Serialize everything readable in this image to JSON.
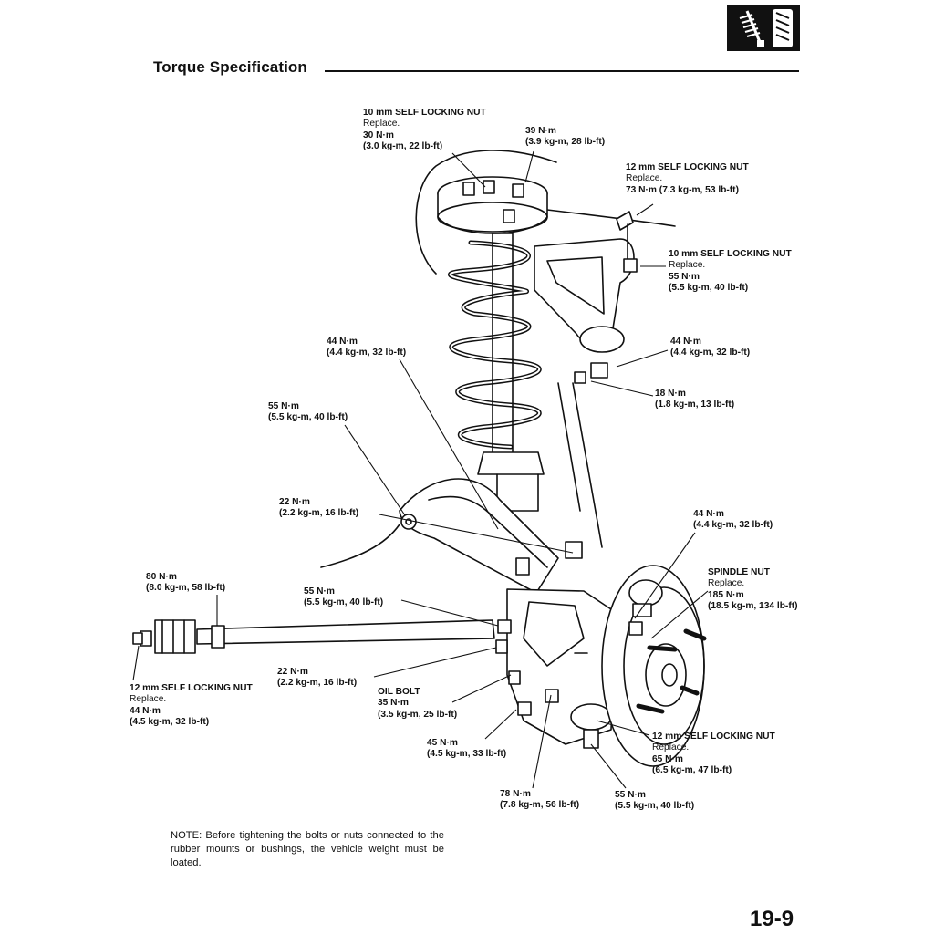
{
  "header": {
    "title": "Torque Specification",
    "section_icon": "suspension-spring-icon"
  },
  "callouts": [
    {
      "id": "upper-mount-nut",
      "lines": [
        "10 mm SELF LOCKING NUT",
        "Replace.",
        "30 N·m",
        "(3.0 kg-m, 22 lb-ft)"
      ]
    },
    {
      "id": "upper-mount-bolt",
      "lines": [
        "39 N·m",
        "(3.9 kg-m, 28 lb-ft)"
      ]
    },
    {
      "id": "upper-arm-nut-12mm",
      "lines": [
        "12 mm SELF LOCKING NUT",
        "Replace.",
        "73 N·m (7.3 kg-m, 53 lb-ft)"
      ]
    },
    {
      "id": "upper-arm-nut-10mm",
      "lines": [
        "10 mm SELF LOCKING NUT",
        "Replace.",
        "55 N·m",
        "(5.5 kg-m, 40 lb-ft)"
      ]
    },
    {
      "id": "upper-ball-joint-nut",
      "lines": [
        "44 N·m",
        "(4.4 kg-m, 32 lb-ft)"
      ]
    },
    {
      "id": "upper-ball-joint-bolt",
      "lines": [
        "18 N·m",
        "(1.8 kg-m, 13 lb-ft)"
      ]
    },
    {
      "id": "shock-fork-bolt",
      "lines": [
        "44 N·m",
        "(4.4 kg-m, 32 lb-ft)"
      ]
    },
    {
      "id": "lower-arm-bolt",
      "lines": [
        "55 N·m",
        "(5.5 kg-m, 40 lb-ft)"
      ]
    },
    {
      "id": "stabilizer-link-nut",
      "lines": [
        "22 N·m",
        "(2.2 kg-m, 16 lb-ft)"
      ]
    },
    {
      "id": "tie-rod-ball-nut",
      "lines": [
        "44 N·m",
        "(4.4 kg-m, 32 lb-ft)"
      ]
    },
    {
      "id": "spindle-nut",
      "lines": [
        "SPINDLE NUT",
        "Replace.",
        "185 N·m",
        "(18.5 kg-m, 134 lb-ft)"
      ]
    },
    {
      "id": "radius-rod-nut",
      "lines": [
        "80 N·m",
        "(8.0 kg-m, 58 lb-ft)"
      ]
    },
    {
      "id": "radius-rod-bolt",
      "lines": [
        "55 N·m",
        "(5.5 kg-m, 40 lb-ft)"
      ]
    },
    {
      "id": "radius-rod-end-nut",
      "lines": [
        "12 mm SELF LOCKING NUT",
        "Replace.",
        "44 N·m",
        "(4.5 kg-m, 32 lb-ft)"
      ]
    },
    {
      "id": "brake-hose-bolt",
      "lines": [
        "22 N·m",
        "(2.2 kg-m, 16 lb-ft)"
      ]
    },
    {
      "id": "oil-bolt",
      "lines": [
        "OIL BOLT",
        "35 N·m",
        "(3.5 kg-m, 25 lb-ft)"
      ]
    },
    {
      "id": "caliper-bracket-bolt",
      "lines": [
        "45 N·m",
        "(4.5 kg-m, 33 lb-ft)"
      ]
    },
    {
      "id": "lower-ball-joint-nut",
      "lines": [
        "12 mm SELF LOCKING NUT",
        "Replace.",
        "65 N·m",
        "(6.5 kg-m, 47 lb-ft)"
      ]
    },
    {
      "id": "caliper-mount-bolt",
      "lines": [
        "78 N·m",
        "(7.8 kg-m, 56 lb-ft)"
      ]
    },
    {
      "id": "lower-arm-nut",
      "lines": [
        "55 N·m",
        "(5.5 kg-m, 40 lb-ft)"
      ]
    }
  ],
  "note": "NOTE:  Before tightening the bolts or nuts connected to the rubber mounts or bushings, the vehicle weight must be loated.",
  "page_number": "19-9"
}
